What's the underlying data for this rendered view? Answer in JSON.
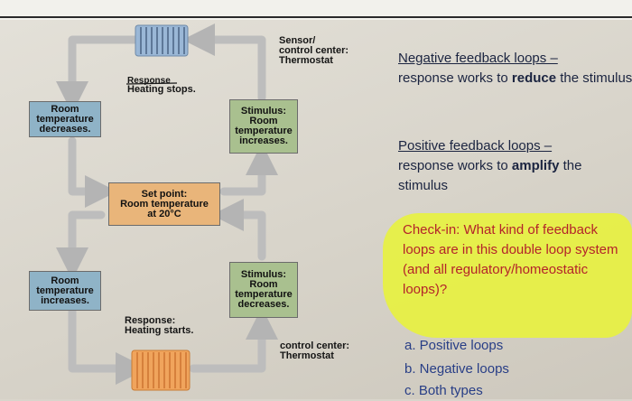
{
  "diagram": {
    "top_loop": {
      "sensor_label": "Sensor/\ncontrol center:\nThermostat",
      "response_label_struck": "Response",
      "response_label": "Heating stops.",
      "left_box": "Room\ntemperature\ndecreases.",
      "right_box": "Stimulus:\nRoom\ntemperature\nincreases."
    },
    "set_point": "Set point:\nRoom temperature\nat 20°C",
    "bottom_loop": {
      "left_box": "Room\ntemperature\nincreases.",
      "right_box": "Stimulus:\nRoom\ntemperature\ndecreases.",
      "response_label": "Response:\nHeating starts.",
      "control_label": "control center:\nThermostat"
    },
    "colors": {
      "blue_box": "#8fb3c7",
      "green_box": "#a9c08f",
      "orange_box": "#e9b57a",
      "arrow": "#b9b9b9",
      "highlight": "#e8f23a"
    }
  },
  "notes": {
    "negative_title": "Negative feedback loops –",
    "negative_body_pre": "response works to ",
    "negative_body_bold": "reduce",
    "negative_body_post": " the stimulus",
    "positive_title": "Positive feedback loops –",
    "positive_body_pre": "response works to ",
    "positive_body_bold": "amplify",
    "positive_body_post": " the stimulus"
  },
  "checkin": {
    "question": "Check-in: What kind of feedback loops are in this double loop system (and all regulatory/homeostatic loops)?",
    "options": [
      "a. Positive loops",
      "b. Negative loops",
      "c. Both types"
    ]
  }
}
